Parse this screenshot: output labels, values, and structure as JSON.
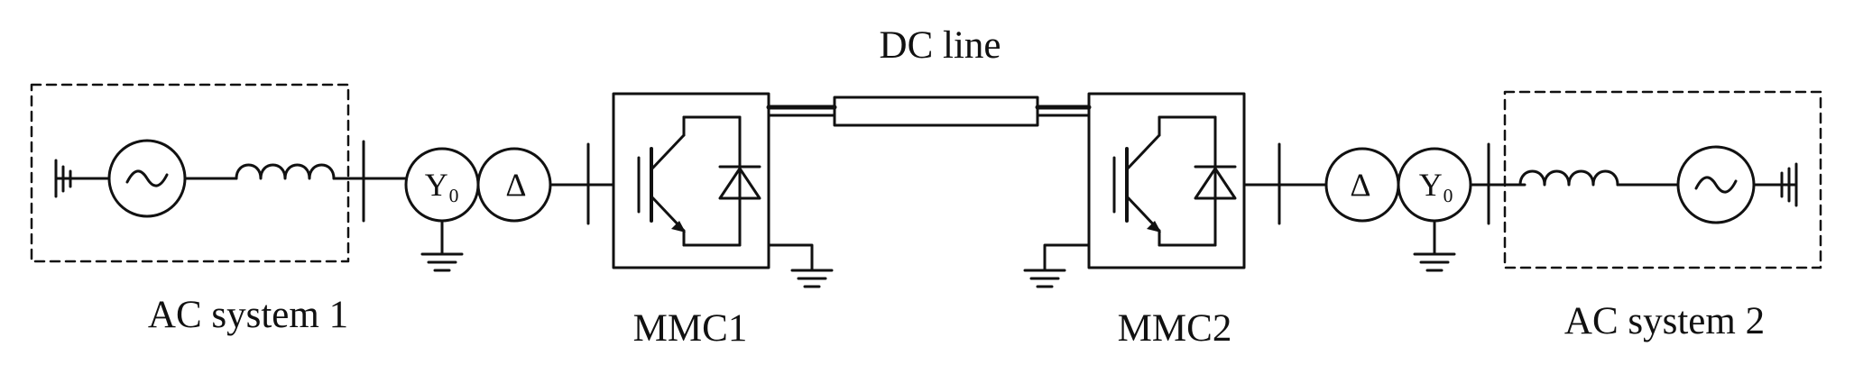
{
  "diagram": {
    "dc_line_label": "DC line",
    "ac_system_1_label": "AC system 1",
    "ac_system_2_label": "AC system 2",
    "mmc1_label": "MMC1",
    "mmc2_label": "MMC2",
    "transformer_1": {
      "primary": "Y₀",
      "secondary": "Δ"
    },
    "transformer_2": {
      "primary": "Δ",
      "secondary": "Y₀"
    }
  }
}
